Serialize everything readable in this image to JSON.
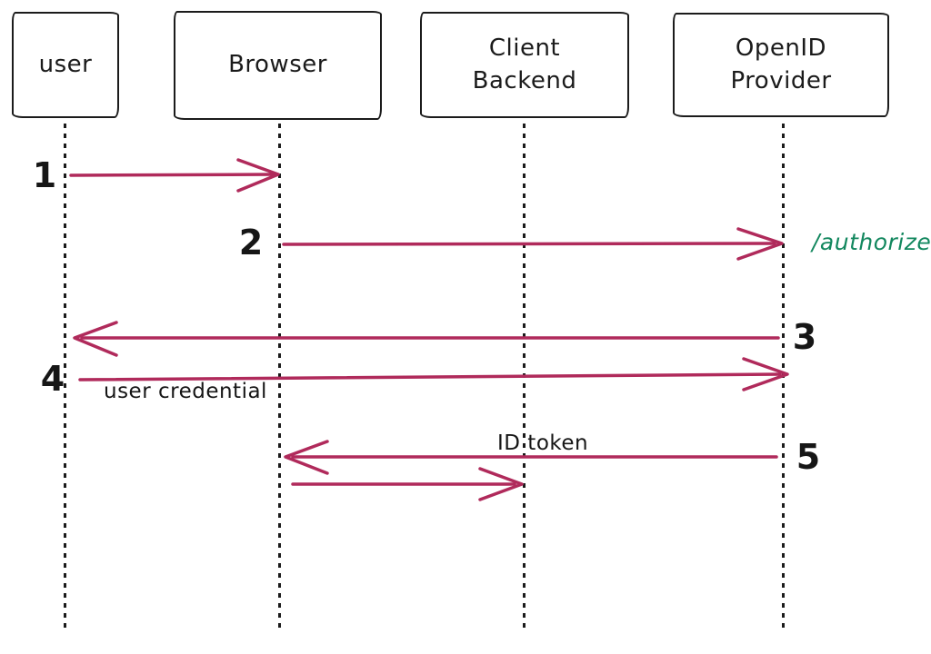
{
  "diagram": {
    "kind": "sequence-diagram",
    "topic": "OpenID authentication flow",
    "colors": {
      "ink": "#1b1b1b",
      "arrow": "#b02a5b",
      "endpoint_label": "#12875e",
      "background": "#ffffff"
    },
    "actors": [
      {
        "id": "user",
        "label": "user"
      },
      {
        "id": "browser",
        "label": "Browser"
      },
      {
        "id": "client",
        "label": "Client\nBackend"
      },
      {
        "id": "openid",
        "label": "OpenID\nProvider"
      }
    ],
    "steps": [
      {
        "number": "1",
        "from": "user",
        "to": "Browser",
        "label": ""
      },
      {
        "number": "2",
        "from": "Browser",
        "to": "OpenID Provider",
        "label": "/authorize"
      },
      {
        "number": "3",
        "from": "OpenID Provider",
        "to": "user",
        "label": ""
      },
      {
        "number": "4",
        "from": "user",
        "to": "OpenID Provider",
        "label": "user credential"
      },
      {
        "number": "5",
        "from": "OpenID Provider",
        "to": "Browser",
        "label": "ID token"
      },
      {
        "number": "",
        "from": "Browser",
        "to": "Client Backend",
        "label": ""
      }
    ]
  }
}
